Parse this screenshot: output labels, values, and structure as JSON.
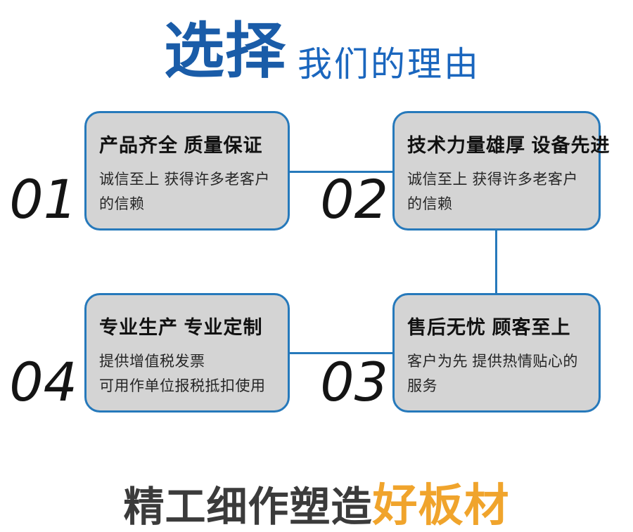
{
  "header": {
    "title_strong": "选择",
    "title_rest": "我们的理由"
  },
  "reasons": [
    {
      "number": "01",
      "title": "产品齐全 质量保证",
      "desc": "诚信至上 获得许多老客户\n的信赖"
    },
    {
      "number": "02",
      "title": "技术力量雄厚 设备先进",
      "desc": "诚信至上 获得许多老客户\n的信赖"
    },
    {
      "number": "03",
      "title": "售后无忧 顾客至上",
      "desc": "客户为先 提供热情贴心的\n服务"
    },
    {
      "number": "04",
      "title": "专业生产 专业定制",
      "desc": "提供增值税发票\n可用作单位报税抵扣使用"
    }
  ],
  "footer": {
    "tagline_prefix": "精工细作塑造",
    "tagline_highlight": "好板材"
  },
  "colors": {
    "title_blue": "#1A5CA8",
    "subtitle_blue": "#1A66BE",
    "box_border": "#2679BB",
    "box_fill": "#D4D4D4",
    "number_black": "#141414",
    "tagline_gray": "#3B3B3B",
    "highlight_orange": "#F0A42C"
  }
}
